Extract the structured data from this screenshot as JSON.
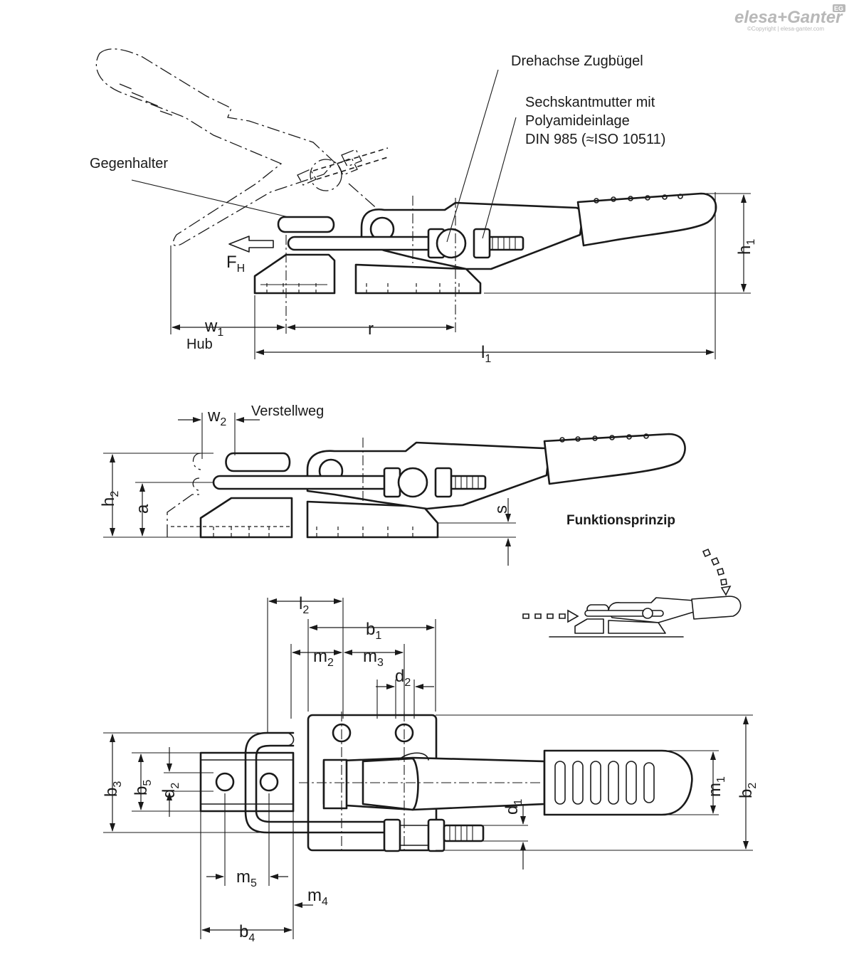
{
  "brand": {
    "logo_text": "elesa+Ganter",
    "badge": "EG",
    "copyright": "©Copyright | elesa-ganter.com"
  },
  "labels": {
    "drehachse": "Drehachse Zugbügel",
    "mutter_1": "Sechskantmutter mit",
    "mutter_2": "Polyamideinlage",
    "mutter_3": "DIN 985 (≈ISO 10511)",
    "gegenhalter": "Gegenhalter",
    "hub": "Hub",
    "verstellweg": "Verstellweg",
    "funktionsprinzip": "Funktionsprinzip"
  },
  "dimensions": {
    "fh": {
      "base": "F",
      "sub": "H"
    },
    "w1": {
      "base": "w",
      "sub": "1"
    },
    "r": {
      "base": "r",
      "sub": ""
    },
    "l1": {
      "base": "l",
      "sub": "1"
    },
    "h1": {
      "base": "h",
      "sub": "1"
    },
    "w2": {
      "base": "w",
      "sub": "2"
    },
    "h2": {
      "base": "h",
      "sub": "2"
    },
    "a": {
      "base": "a",
      "sub": ""
    },
    "s": {
      "base": "s",
      "sub": ""
    },
    "l2": {
      "base": "l",
      "sub": "2"
    },
    "b1": {
      "base": "b",
      "sub": "1"
    },
    "m2": {
      "base": "m",
      "sub": "2"
    },
    "m3": {
      "base": "m",
      "sub": "3"
    },
    "d2_top": {
      "base": "d",
      "sub": "2"
    },
    "b3": {
      "base": "b",
      "sub": "3"
    },
    "b5": {
      "base": "b",
      "sub": "5"
    },
    "d2_left": {
      "base": "d",
      "sub": "2"
    },
    "d1": {
      "base": "d",
      "sub": "1"
    },
    "m1": {
      "base": "m",
      "sub": "1"
    },
    "b2": {
      "base": "b",
      "sub": "2"
    },
    "m5": {
      "base": "m",
      "sub": "5"
    },
    "m4": {
      "base": "m",
      "sub": "4"
    },
    "b4": {
      "base": "b",
      "sub": "4"
    }
  }
}
